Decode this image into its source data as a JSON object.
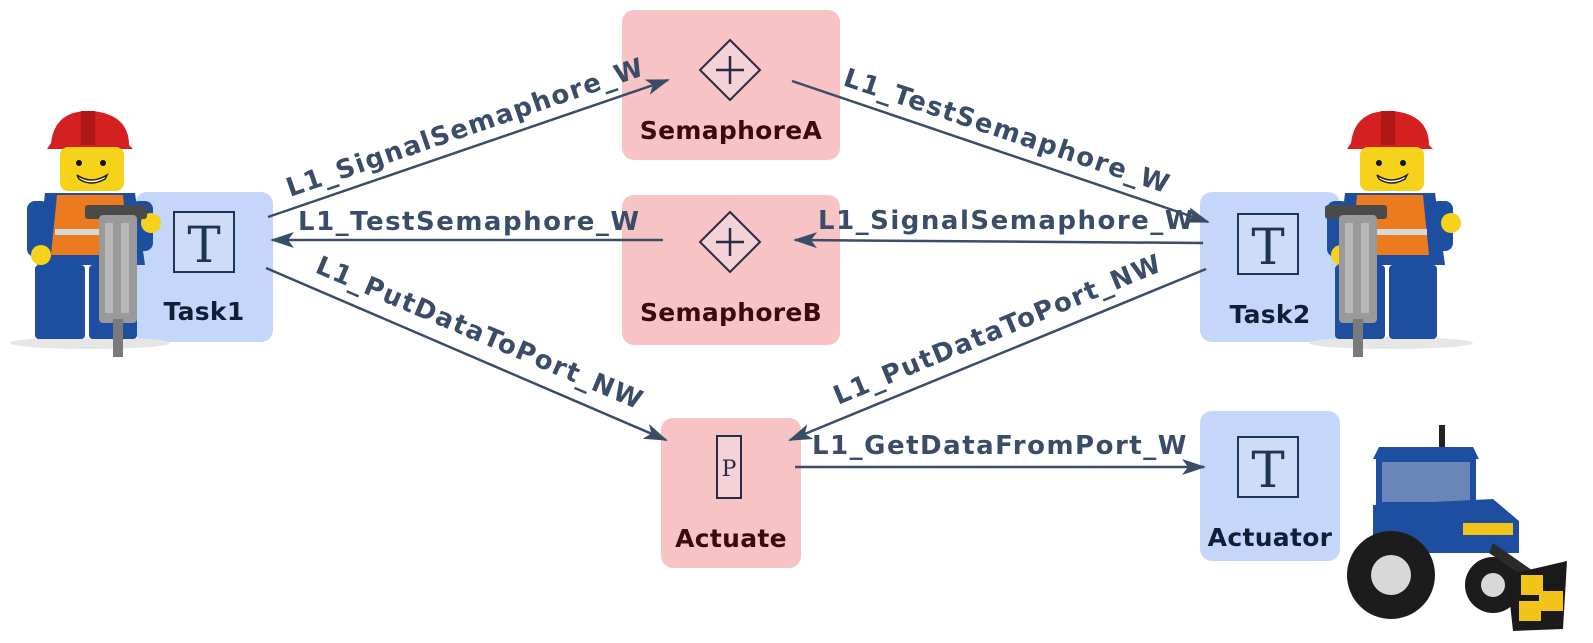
{
  "nodes": {
    "semaphoreA": {
      "label": "SemaphoreA",
      "kind": "semaphore"
    },
    "semaphoreB": {
      "label": "SemaphoreB",
      "kind": "semaphore"
    },
    "task1": {
      "label": "Task1",
      "kind": "task",
      "glyph": "T"
    },
    "task2": {
      "label": "Task2",
      "kind": "task",
      "glyph": "T"
    },
    "actuate": {
      "label": "Actuate",
      "kind": "port",
      "glyph": "P"
    },
    "actuator": {
      "label": "Actuator",
      "kind": "task",
      "glyph": "T"
    }
  },
  "edges": {
    "task1_to_semA": "L1_SignalSemaphore_W",
    "semB_to_task1": "L1_TestSemaphore_W",
    "task1_to_actuate": "L1_PutDataToPort_NW",
    "semA_to_task2": "L1_TestSemaphore_W",
    "task2_to_semB": "L1_SignalSemaphore_W",
    "task2_to_actuate": "L1_PutDataToPort_NW",
    "actuate_to_actuator": "L1_GetDataFromPort_W"
  },
  "colors": {
    "task_fill": "#c5d6fb",
    "object_fill": "#f8c3c5",
    "edge": "#3a4d68"
  },
  "illustrations": {
    "left_figure": "lego-worker-jackhammer-icon",
    "right_figure": "lego-worker-jackhammer-icon",
    "vehicle": "lego-tractor-loader-icon"
  }
}
